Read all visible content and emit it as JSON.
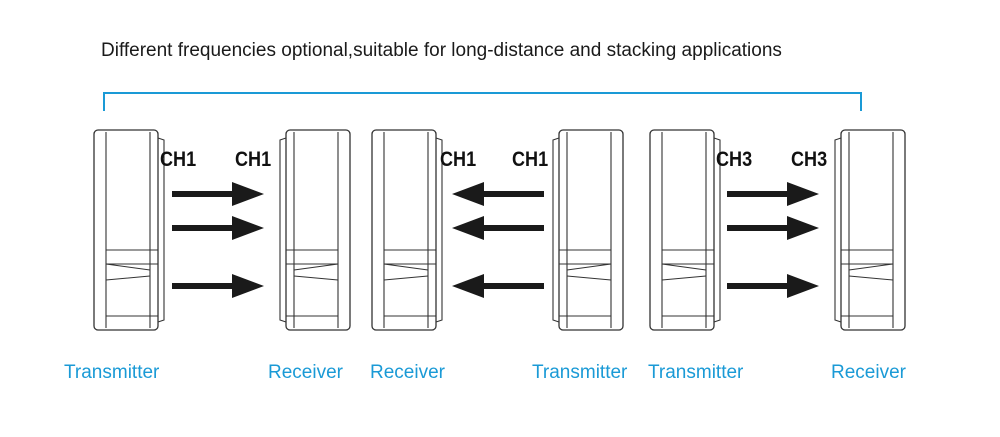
{
  "headline": "Different frequencies optional,suitable for long-distance and stacking applications",
  "colors": {
    "accent": "#1a9ad6",
    "device_line": "#333333",
    "arrow": "#1a1a1a"
  },
  "pairs": [
    {
      "left_channel": "CH1",
      "right_channel": "CH1",
      "left_role": "Transmitter",
      "right_role": "Receiver",
      "beam_direction": "right"
    },
    {
      "left_channel": "CH1",
      "right_channel": "CH1",
      "left_role": "Receiver",
      "right_role": "Transmitter",
      "beam_direction": "left"
    },
    {
      "left_channel": "CH3",
      "right_channel": "CH3",
      "left_role": "Transmitter",
      "right_role": "Receiver",
      "beam_direction": "right"
    }
  ]
}
